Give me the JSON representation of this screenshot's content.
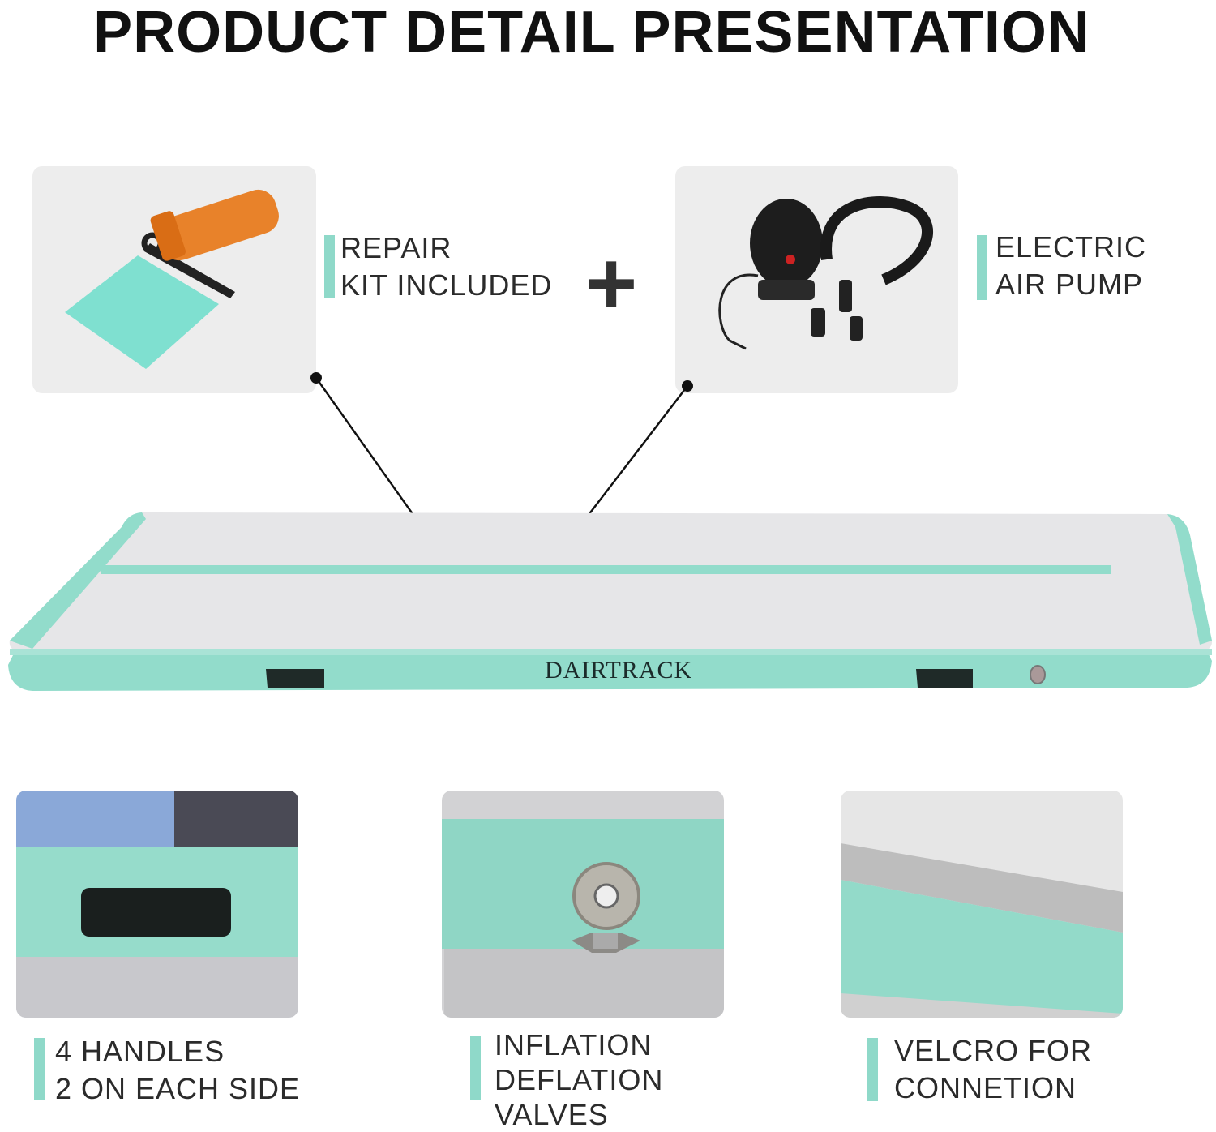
{
  "title": "PRODUCT DETAIL PRESENTATION",
  "connector_symbol": "+",
  "brand": "DAIRTRACK",
  "accent_color": "#8fd9c9",
  "features": {
    "repair_kit": {
      "line1": "REPAIR",
      "line2": "KIT INCLUDED"
    },
    "air_pump": {
      "line1": "ELECTRIC",
      "line2": "AIR PUMP"
    },
    "handles": {
      "line1": "4 HANDLES",
      "line2": "2 ON EACH SIDE"
    },
    "valves": {
      "line1": "INFLATION",
      "line2": "DEFLATION",
      "line3": "VALVES"
    },
    "velcro": {
      "line1": "VELCRO FOR",
      "line2": "CONNETION"
    }
  }
}
